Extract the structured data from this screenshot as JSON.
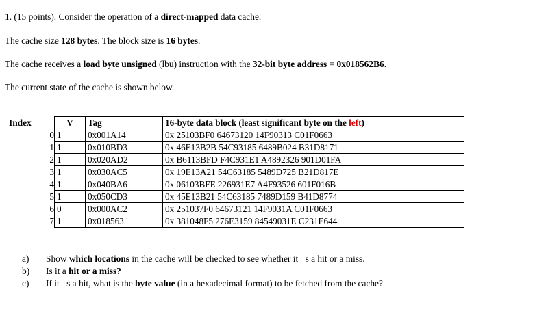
{
  "intro": {
    "line1_pre": "1. (15 points). Consider the operation of a ",
    "line1_bold": "direct-mapped",
    "line1_post": " data cache.",
    "line2_pre": "The cache size ",
    "line2_bold1": "128 bytes",
    "line2_mid": ". The block size is ",
    "line2_bold2": "16 bytes",
    "line2_post": ".",
    "line3_pre": "The cache receives a ",
    "line3_bold1": "load byte unsigned",
    "line3_mid": " (lbu) instruction with the ",
    "line3_bold2": "32-bit byte address",
    "line3_eq": " = ",
    "line3_bold3": "0x018562B6",
    "line3_post": ".",
    "line4": "The current state of the cache is shown below."
  },
  "table": {
    "index_header": "Index",
    "v_header": "V",
    "tag_header": "Tag",
    "block_header_pre": "16-byte data block (least significant byte on the ",
    "block_header_red": "left",
    "block_header_post": ")",
    "rows": [
      {
        "index": "0",
        "v": "1",
        "tag": "0x001A14",
        "block": "0x 25103BF0 64673120 14F90313 C01F0663"
      },
      {
        "index": "1",
        "v": "1",
        "tag": "0x010BD3",
        "block": "0x 46E13B2B 54C93185 6489B024 B31D8171"
      },
      {
        "index": "2",
        "v": "1",
        "tag": "0x020AD2",
        "block": "0x B6113BFD F4C931E1 A4892326 901D01FA"
      },
      {
        "index": "3",
        "v": "1",
        "tag": "0x030AC5",
        "block": "0x 19E13A21 54C63185 5489D725 B21D817E"
      },
      {
        "index": "4",
        "v": "1",
        "tag": "0x040BA6",
        "block": "0x 06103BFE 226931E7 A4F93526 601F016B"
      },
      {
        "index": "5",
        "v": "1",
        "tag": "0x050CD3",
        "block": "0x 45E13B21 54C63185 7489D159 B41D8774"
      },
      {
        "index": "6",
        "v": "0",
        "tag": "0x000AC2",
        "block": "0x 251037F0 64673121 14F9031A C01F0663"
      },
      {
        "index": "7",
        "v": "1",
        "tag": "0x018563",
        "block": "0x 381048F5 276E3159 84549031E C231E644"
      }
    ]
  },
  "questions": {
    "a_label": "a)",
    "a_pre": "Show ",
    "a_bold": "which locations",
    "a_post": " in the cache will be checked to see whether it\u0000s a hit or a miss.",
    "b_label": "b)",
    "b_pre": "Is it a ",
    "b_bold": "hit or a miss?",
    "c_label": "c)",
    "c_pre": "If it\u0000s a hit, what is the ",
    "c_bold": "byte value",
    "c_post": " (in a hexadecimal format) to be fetched from the cache?"
  }
}
